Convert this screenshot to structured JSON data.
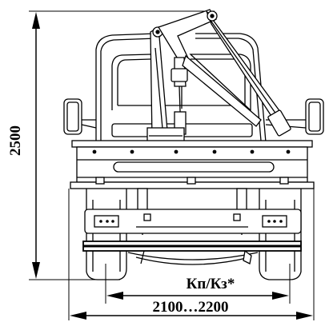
{
  "dimensions": {
    "height_label": "2500",
    "track_label": "Кп/Кз*",
    "width_label": "2100…2200"
  },
  "colors": {
    "line": "#000000",
    "background": "#ffffff",
    "fill_light": "#f2f2f2"
  }
}
